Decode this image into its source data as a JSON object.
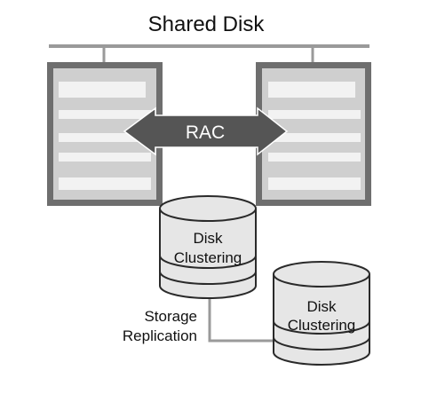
{
  "diagram": {
    "title": "Shared Disk",
    "rac_label": "RAC",
    "primary_disk": {
      "line1": "Disk",
      "line2": "Clustering"
    },
    "secondary_disk": {
      "line1": "Disk",
      "line2": "Clustering"
    },
    "replication": {
      "line1": "Storage",
      "line2": "Replication"
    }
  },
  "colors": {
    "server_frame": "#6e6e6e",
    "server_body": "#cfcfcf",
    "server_strip": "#f2f2f2",
    "arrow": "#555555",
    "disk_fill": "#e6e6e6",
    "disk_stroke": "#2a2a2a",
    "bus": "#9a9a9a"
  }
}
